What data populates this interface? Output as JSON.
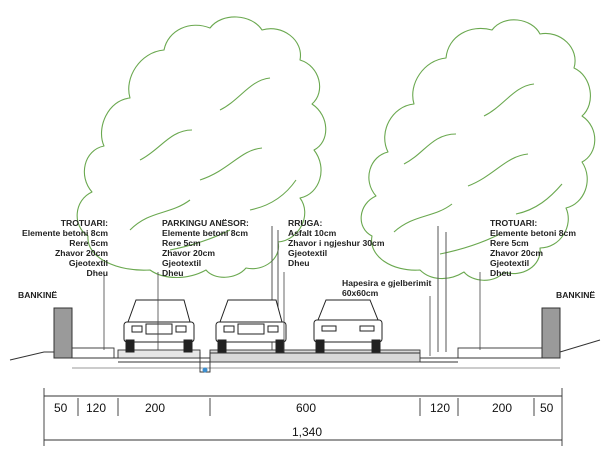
{
  "labels": {
    "trotuari_left": {
      "title": "TROTUARI:",
      "lines": [
        "Elemente betoni 8cm",
        "Rere 5cm",
        "Zhavor 20cm",
        "Gjeotextil",
        "Dheu"
      ]
    },
    "parkingu": {
      "title": "PARKINGU ANËSOR:",
      "lines": [
        "Elemente betoni 8cm",
        "Rere 5cm",
        "Zhavor 20cm",
        "Gjeotextil",
        "Dheu"
      ]
    },
    "rruga": {
      "title": "RRUGA:",
      "lines": [
        "Asfalt 10cm",
        "Zhavor i ngjeshur 30cm",
        "Gjeotextil",
        "Dheu"
      ]
    },
    "trotuari_right": {
      "title": "TROTUARI:",
      "lines": [
        "Elemente betoni 8cm",
        "Rere 5cm",
        "Zhavor 20cm",
        "Gjeotextil",
        "Dheu"
      ]
    },
    "hapesira": [
      "Hapesira e gjelberimit",
      "60x60cm"
    ],
    "bankine_left": "BANKINË",
    "bankine_right": "BANKINË"
  },
  "dimensions": {
    "segments": [
      "50",
      "120",
      "200",
      "600",
      "120",
      "200",
      "50"
    ],
    "total": "1,340"
  },
  "colors": {
    "tree": "#6aa84f",
    "line": "#333333",
    "wall": "#9a9a9a",
    "drain": "#3d8fd0"
  }
}
